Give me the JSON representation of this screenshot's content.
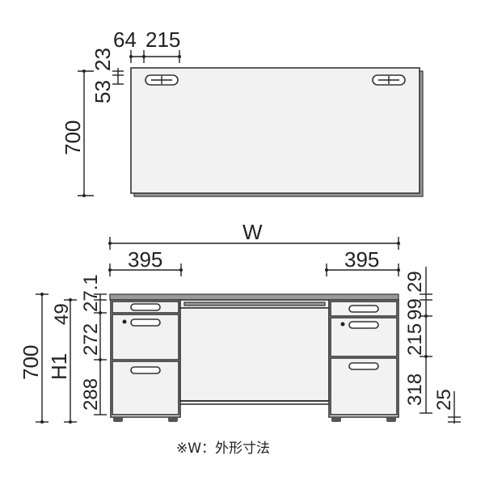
{
  "top_view": {
    "offset_x": "64",
    "grommet_width": "215",
    "offset_y1": "23",
    "offset_y2": "53",
    "depth": "700"
  },
  "front_view": {
    "width": "W",
    "left_pedestal": "395",
    "right_pedestal": "395",
    "height": "700",
    "h1": "H1",
    "left_stack": [
      "27.1",
      "49",
      "272",
      "288"
    ],
    "right_stack": [
      "29",
      "99",
      "215",
      "318",
      "25"
    ]
  },
  "note": "※W：外形寸法",
  "colors": {
    "line": "#222222",
    "surface": "#f2f2f2",
    "edge": "#9a9a9a"
  }
}
